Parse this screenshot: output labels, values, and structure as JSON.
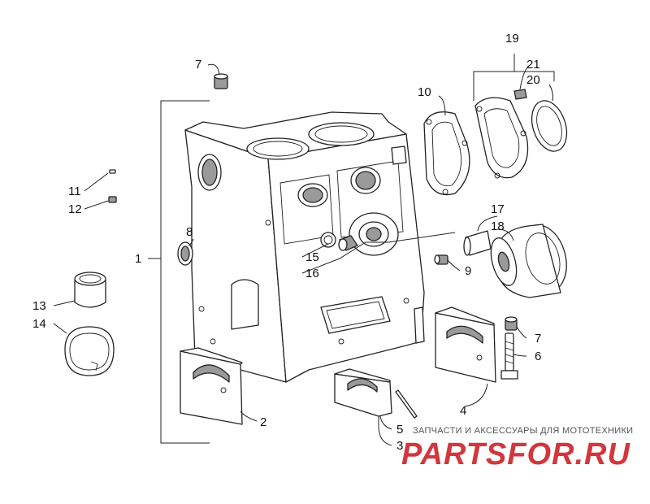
{
  "callouts": {
    "c1": "1",
    "c2": "2",
    "c3": "3",
    "c4": "4",
    "c5": "5",
    "c6": "6",
    "c7a": "7",
    "c7b": "7",
    "c8": "8",
    "c9": "9",
    "c10": "10",
    "c11": "11",
    "c12": "12",
    "c13": "13",
    "c14": "14",
    "c15": "15",
    "c16": "16",
    "c17": "17",
    "c18": "18",
    "c19": "19",
    "c20": "20",
    "c21": "21"
  },
  "watermark": {
    "tagline": "ЗАПЧАСТИ И АКСЕССУАРЫ ДЛЯ МОТОТЕХНИКИ",
    "logo": "PARTSFOR.RU",
    "color": "#c9151b"
  }
}
